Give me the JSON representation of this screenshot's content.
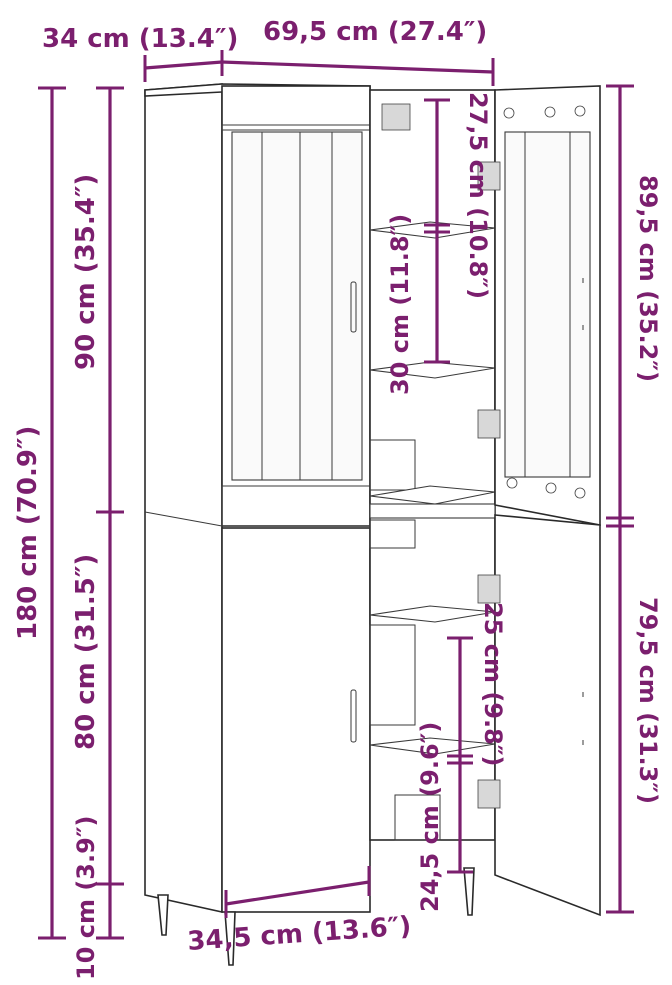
{
  "colors": {
    "dimension": "#7b1f6e",
    "outline": "#2a2a2a",
    "background": "#ffffff"
  },
  "labels": {
    "depth_top": "34 cm (13.4″)",
    "width_top": "69,5 cm (27.4″)",
    "total_height": "180 cm (70.9″)",
    "upper_height": "90 cm (35.4″)",
    "lower_height": "80 cm (31.5″)",
    "leg_height": "10 cm (3.9″)",
    "upper_compartment": "27,5 cm (10.8″)",
    "middle_compartment": "30 cm (11.8″)",
    "upper_door": "89,5 cm (35.2″)",
    "lower_door": "79,5 cm (31.3″)",
    "lower_upper_compartment": "25 cm (9.8″)",
    "lower_lower_compartment": "24,5 cm (9.6″)",
    "depth_bottom": "34,5 cm (13.6″)"
  }
}
